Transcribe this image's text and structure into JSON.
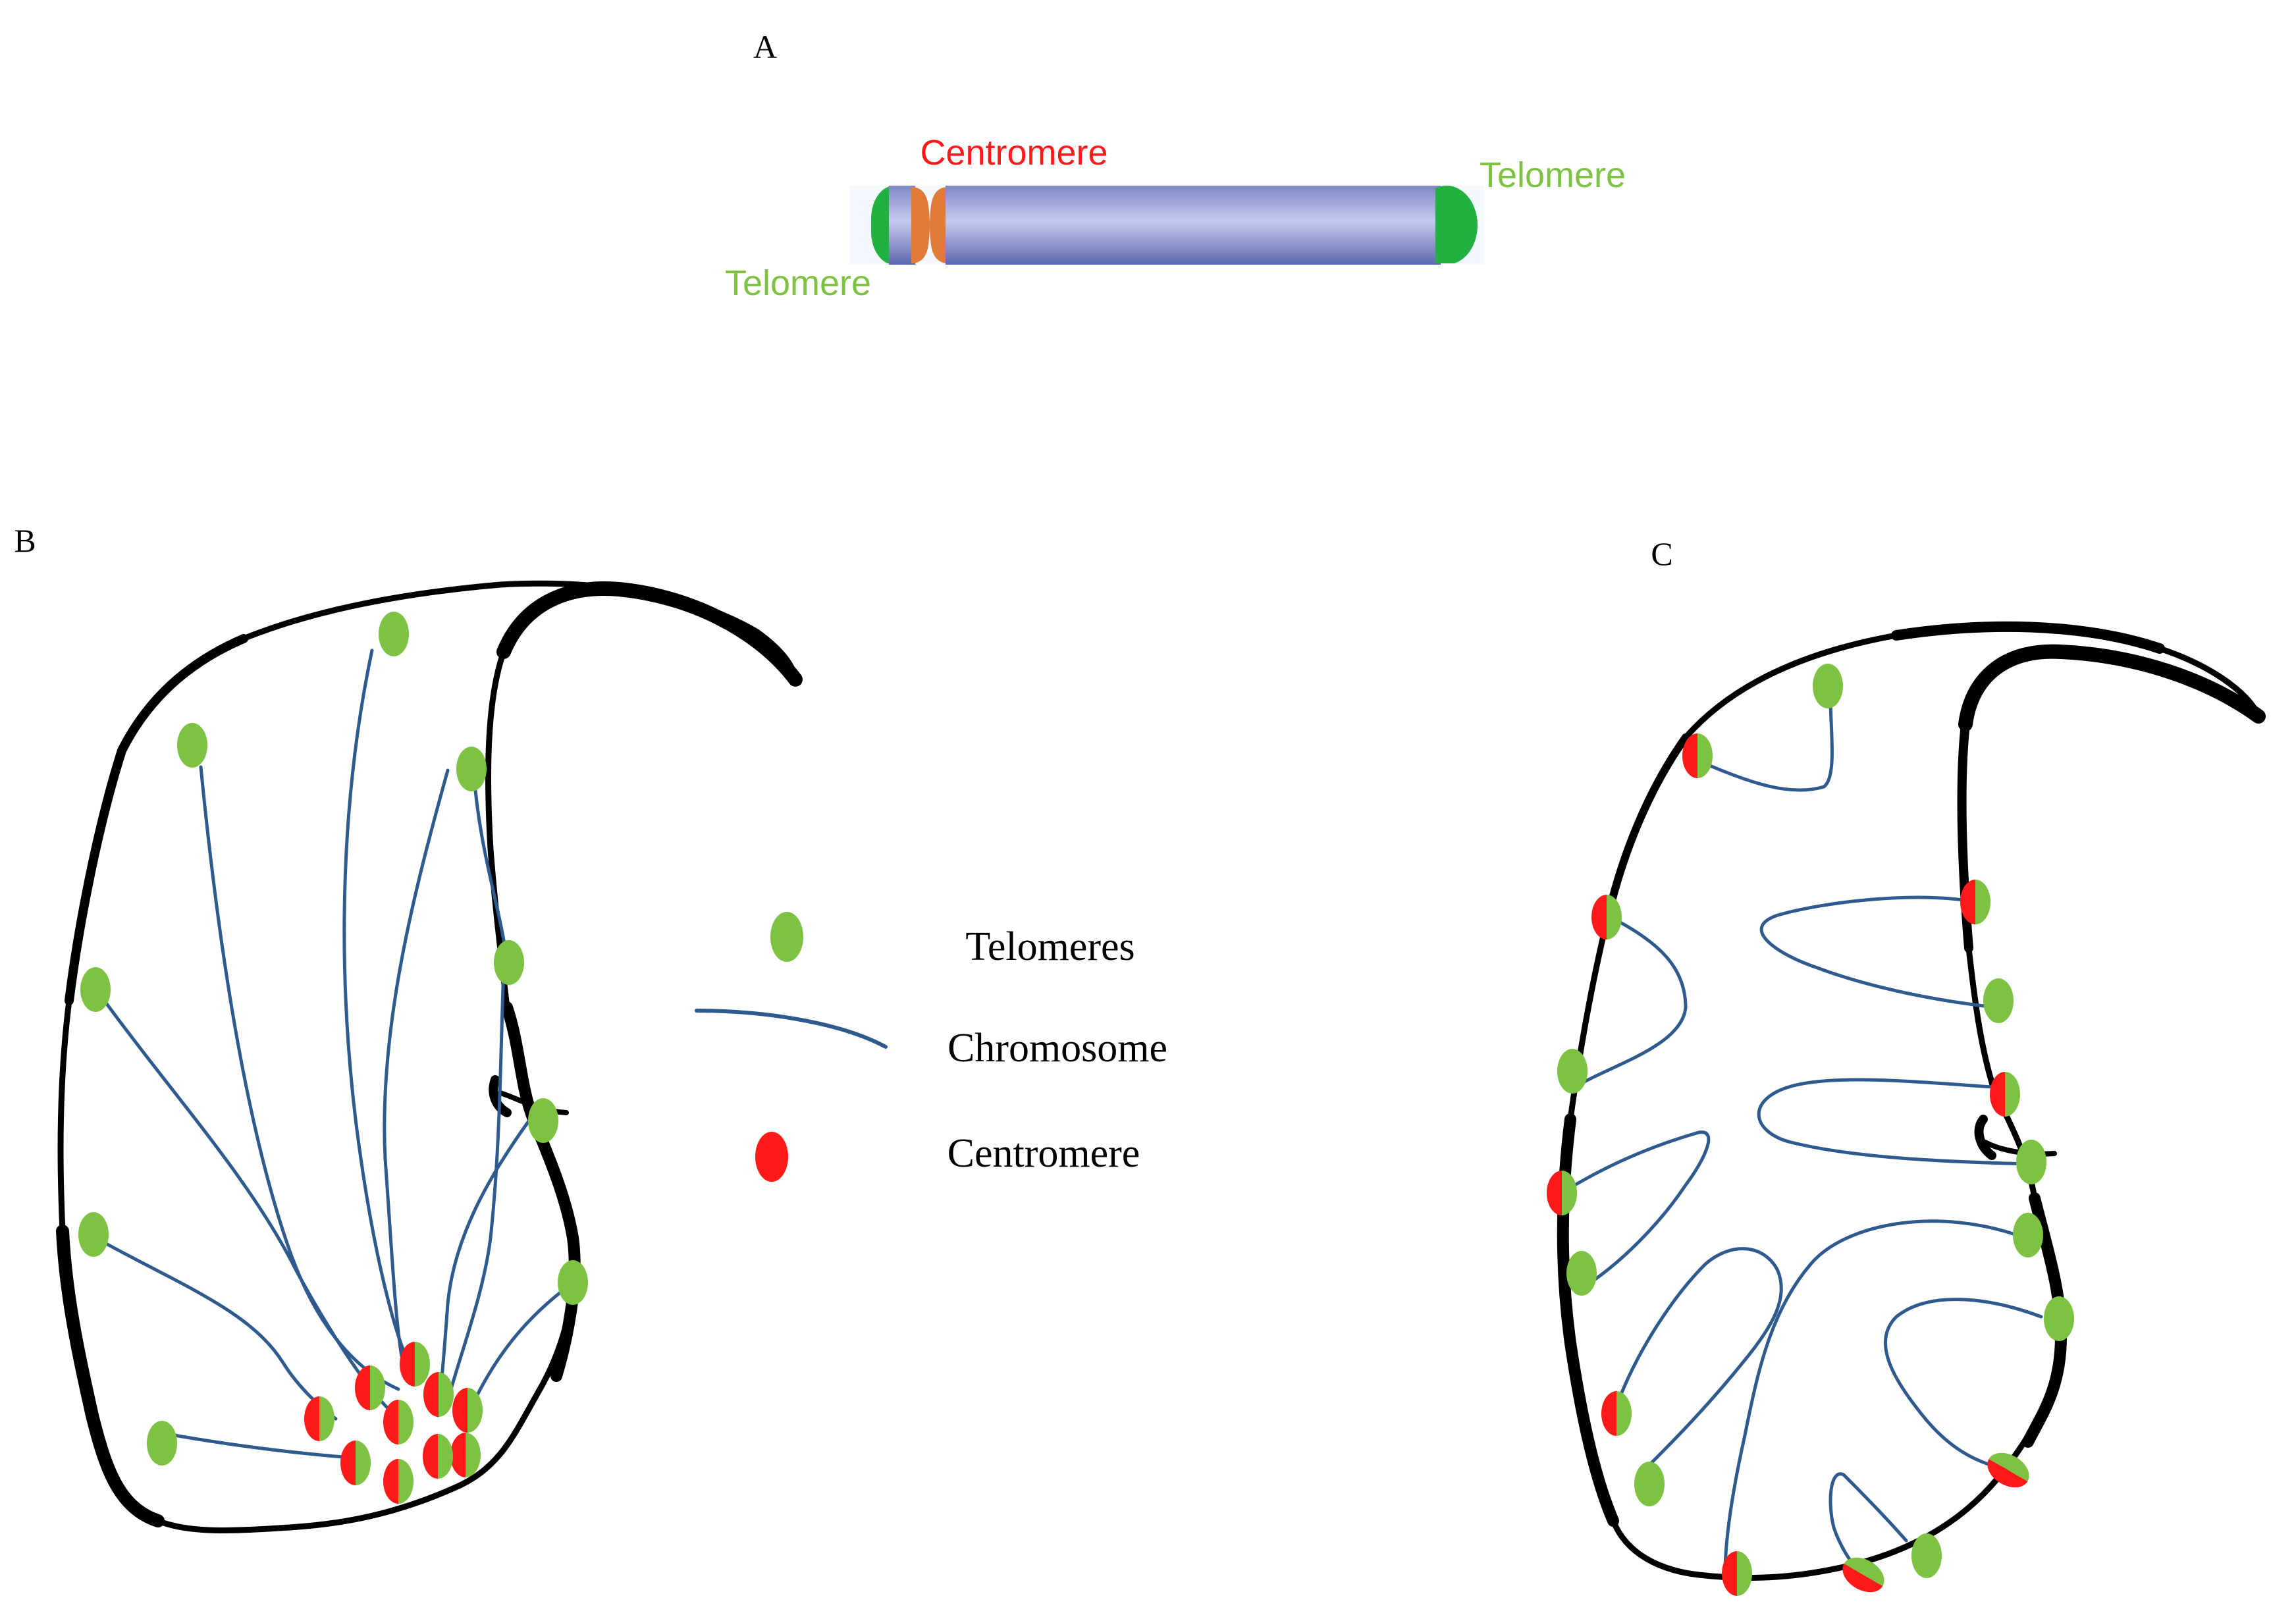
{
  "panels": {
    "a": {
      "label": "A",
      "centromere_label": "Centromere",
      "telomere_label_left": "Telomere",
      "telomere_label_right": "Telomere"
    },
    "b": {
      "label": "B"
    },
    "c": {
      "label": "C"
    }
  },
  "legend": {
    "telomeres": "Telomeres",
    "chromosome": "Chromosome",
    "centromere": "Centromere"
  },
  "colors": {
    "telomere": "#7DC242",
    "centromere": "#FF1A1A",
    "chromosome_line": "#2E5A8E",
    "chromosome_body": "#8C96D4",
    "chromosome_centromere": "#E07B39",
    "telomere_cap": "#22B040",
    "nucleus_outline": "#000000"
  }
}
